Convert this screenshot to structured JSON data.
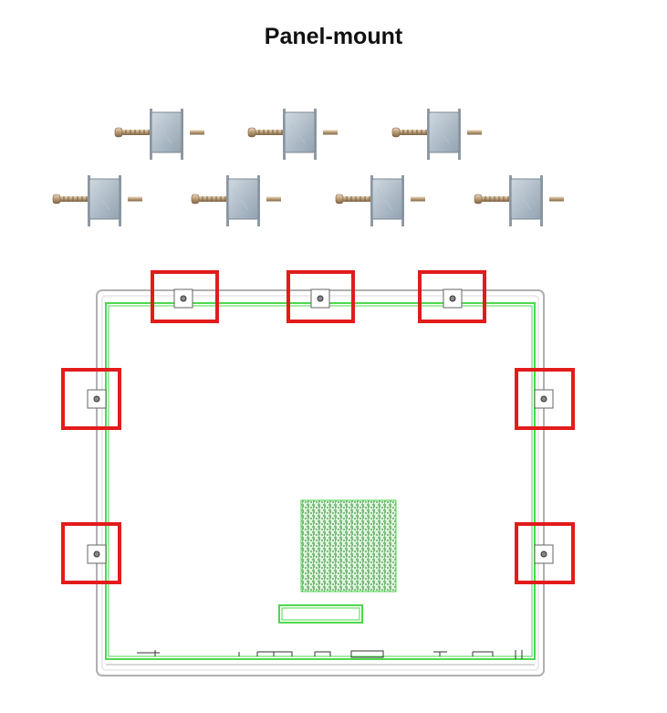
{
  "title": "Panel-mount",
  "colors": {
    "highlight": "#e31b1b",
    "panel_outline": "#4dd84d",
    "frame": "#b0b0b0",
    "bracket_body": "#a9b6c1",
    "screw": "#b89a74"
  },
  "icons": {
    "mounting_clip": "panel-mount-clip-icon",
    "mount_tab": "mount-tab-icon"
  },
  "clip_rows": [
    3,
    4
  ],
  "highlighted_mount_points": 7
}
